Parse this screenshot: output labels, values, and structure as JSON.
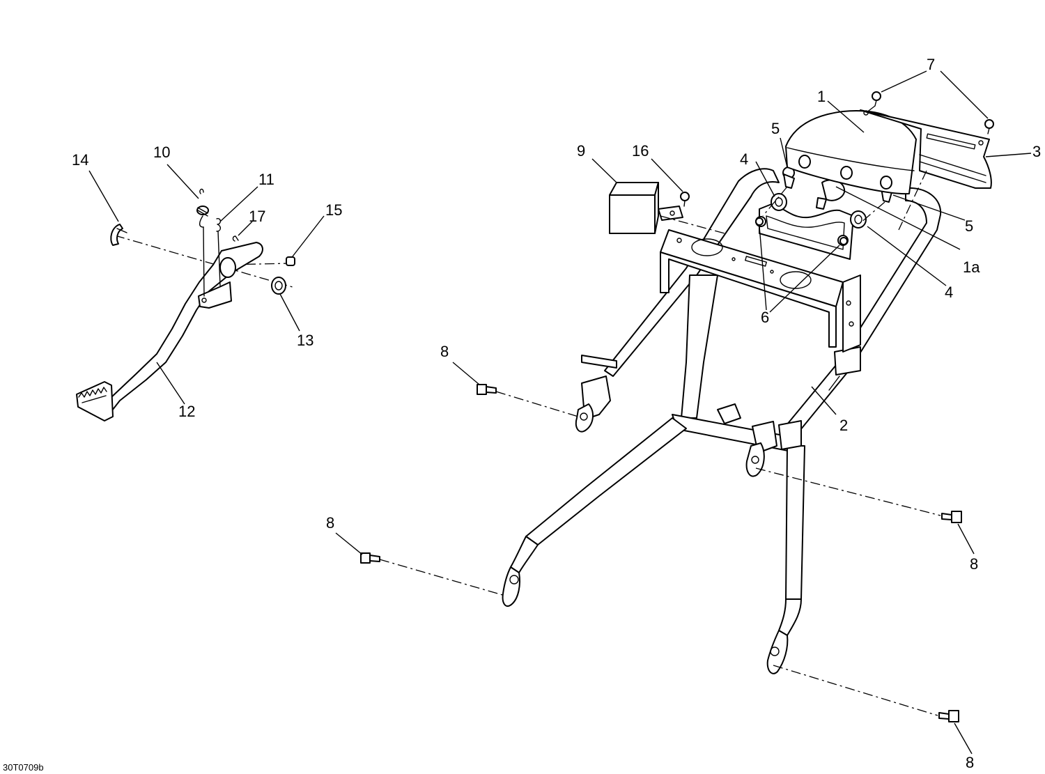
{
  "diagram": {
    "reference_code": "30T0709b",
    "callouts": {
      "c1": "1",
      "c1a": "1a",
      "c2": "2",
      "c3": "3",
      "c4a": "4",
      "c4b": "4",
      "c5a": "5",
      "c5b": "5",
      "c6": "6",
      "c7": "7",
      "c8a": "8",
      "c8b": "8",
      "c8c": "8",
      "c8d": "8",
      "c9": "9",
      "c10": "10",
      "c11": "11",
      "c12": "12",
      "c13": "13",
      "c14": "14",
      "c15": "15",
      "c16": "16",
      "c17": "17"
    },
    "colors": {
      "line": "#000000",
      "background": "#ffffff"
    }
  }
}
